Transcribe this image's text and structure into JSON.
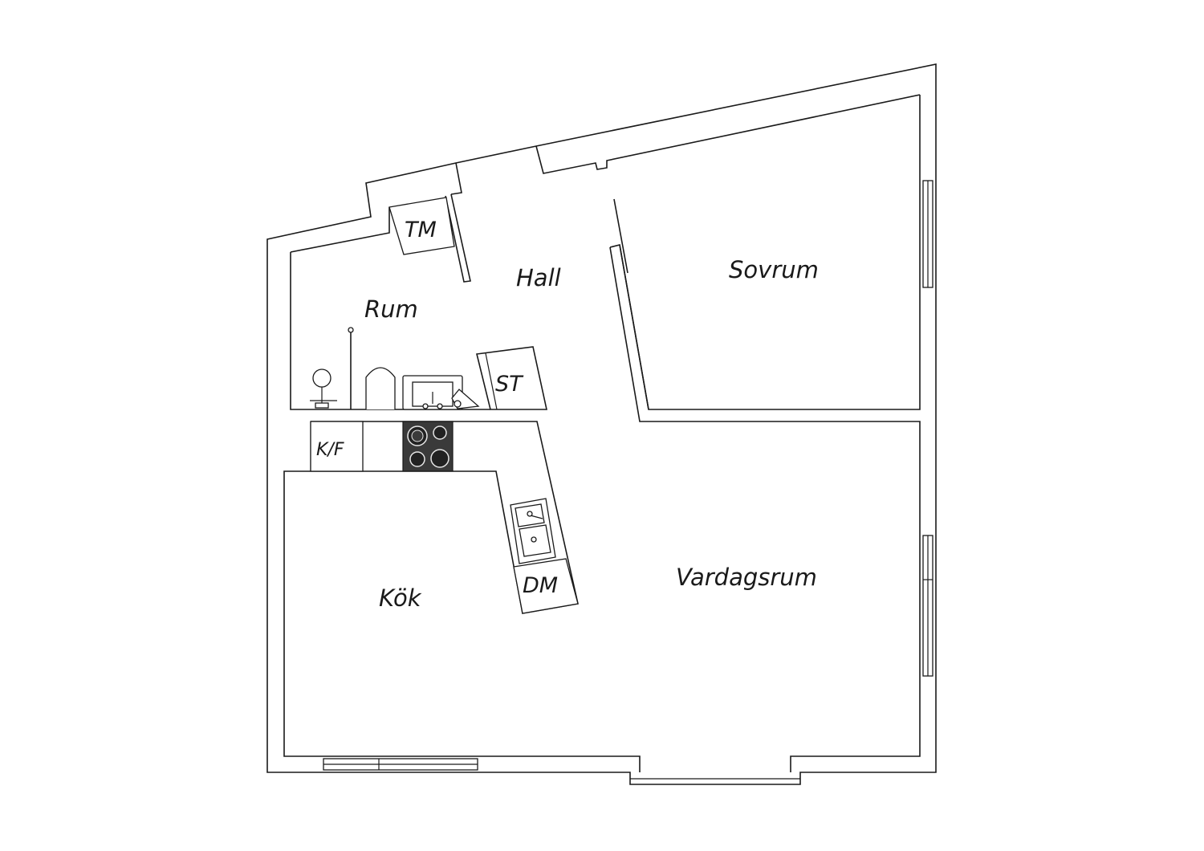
{
  "rooms": {
    "rum": "Rum",
    "hall": "Hall",
    "sovrum": "Sovrum",
    "vardagsrum": "Vardagsrum",
    "kok": "Kök"
  },
  "fixtures": {
    "tm": "TM",
    "st": "ST",
    "kf": "K/F",
    "dm": "DM"
  }
}
